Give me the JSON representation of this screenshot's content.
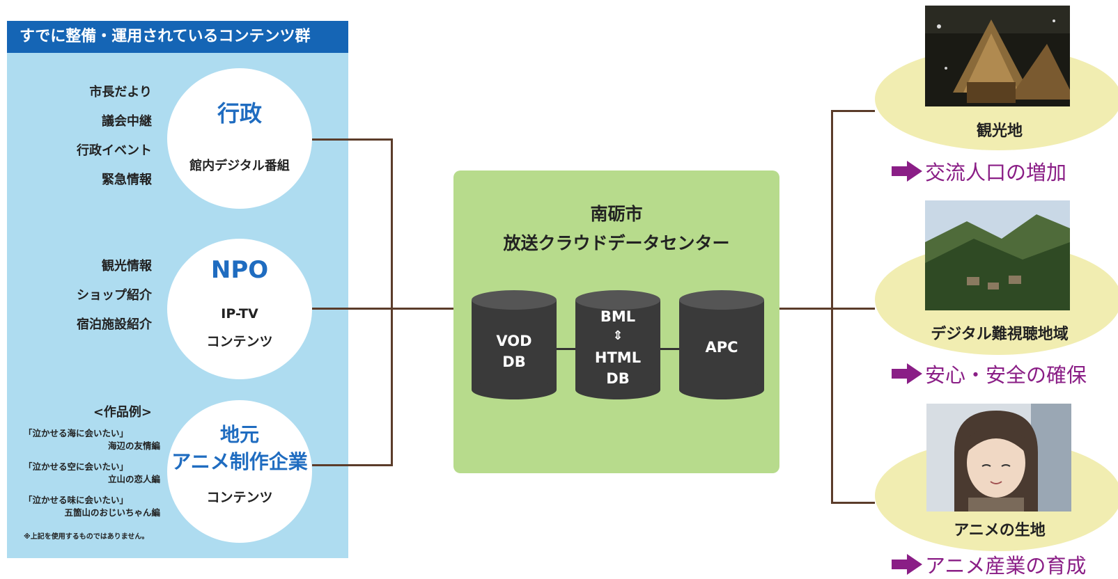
{
  "left_panel": {
    "header": "すでに整備・運用されているコンテンツ群",
    "groups": [
      {
        "side_items": [
          "市長だより",
          "議会中継",
          "行政イベント",
          "緊急情報"
        ],
        "title": "行政",
        "subtitle": "館内デジタル番組"
      },
      {
        "side_items": [
          "観光情報",
          "ショップ紹介",
          "宿泊施設紹介"
        ],
        "title": "NPO",
        "subtitle_lines": [
          "IP-TV",
          "コンテンツ"
        ]
      },
      {
        "works_heading": "<作品例>",
        "works": [
          {
            "title": "「泣かせる海に会いたい」",
            "subtitle": "海辺の友情編"
          },
          {
            "title": "「泣かせる空に会いたい」",
            "subtitle": "立山の恋人編"
          },
          {
            "title": "「泣かせる味に会いたい」",
            "subtitle": "五箇山のおじいちゃん編"
          }
        ],
        "note": "※上記を使用するものではありません。",
        "title_lines": [
          "地元",
          "アニメ制作企業"
        ],
        "subtitle": "コンテンツ"
      }
    ]
  },
  "center": {
    "title_lines": [
      "南砺市",
      "放送クラウドデータセンター"
    ],
    "databases": [
      {
        "lines": [
          "VOD",
          "DB"
        ]
      },
      {
        "lines": [
          "BML",
          "⇕",
          "HTML",
          "DB"
        ]
      },
      {
        "lines": [
          "APC"
        ]
      }
    ]
  },
  "right": {
    "items": [
      {
        "label": "観光地",
        "benefit": "交流人口の増加",
        "photo_icon": "gassho-village-night-photo"
      },
      {
        "label": "デジタル難視聴地域",
        "benefit": "安心・安全の確保",
        "photo_icon": "mountain-valley-photo"
      },
      {
        "label": "アニメの生地",
        "benefit": "アニメ産業の育成",
        "photo_icon": "anime-character-photo"
      }
    ]
  },
  "colors": {
    "header_blue": "#1565b5",
    "panel_blue": "#aedcf0",
    "title_blue": "#1f6cc0",
    "center_green": "#b7db8c",
    "ellipse_yellow": "#f1edb1",
    "benefit_purple": "#8a1e86",
    "db_cylinder": "#3a3a3a",
    "connector": "#5b3c2a"
  }
}
